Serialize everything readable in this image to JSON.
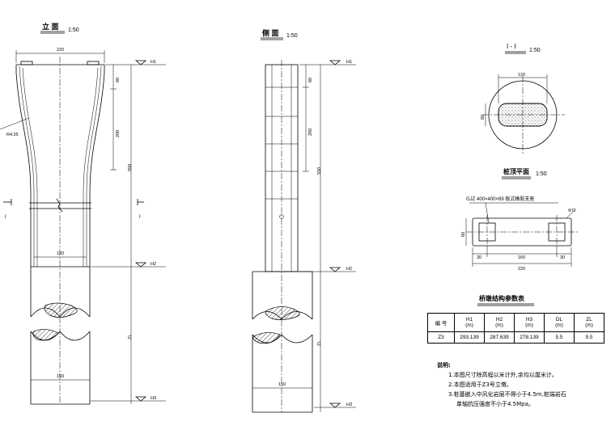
{
  "front_view": {
    "title": "立 面",
    "scale": "1:50",
    "dim_top_width": "220",
    "dim_60": "60",
    "dim_200": "200",
    "dim_550": "550",
    "dim_r": "R4.35",
    "dim_120": "120",
    "dim_150": "150",
    "dim_zl": "ZL",
    "label_h1": "H1",
    "label_h2": "H2",
    "label_h3": "H3",
    "section_mark": "I"
  },
  "side_view": {
    "title": "侧 面",
    "scale": "1:50",
    "dim_60": "60",
    "dim_200": "200",
    "dim_550": "550",
    "dim_zl": "ZL",
    "dim_150": "150",
    "label_h1": "H1",
    "label_h2": "H2",
    "label_h3": "H3"
  },
  "section_view": {
    "title": "I - I",
    "scale": "1:50",
    "dim_120": "120",
    "dim_60": "60"
  },
  "bearing_plan": {
    "title": "桩顶平面",
    "scale": "1:50",
    "bearing_label": "GJZ 400×400×69 板式橡胶支座",
    "dim_60": "60",
    "dim_30a": "30",
    "dim_160": "160",
    "dim_30b": "30",
    "dim_220": "220",
    "dim_side": "Φ70"
  },
  "param_table": {
    "title": "桥墩结构参数表",
    "headers": [
      {
        "name": "编 号",
        "unit": ""
      },
      {
        "name": "H1",
        "unit": "(m)"
      },
      {
        "name": "H2",
        "unit": "(m)"
      },
      {
        "name": "H3",
        "unit": "(m)"
      },
      {
        "name": "DL",
        "unit": "(m)"
      },
      {
        "name": "ZL",
        "unit": "(m)"
      }
    ],
    "row": [
      "Z3",
      "293.139",
      "287.639",
      "278.139",
      "5.5",
      "9.5"
    ]
  },
  "notes": {
    "title": "说明:",
    "items": [
      "1.本图尺寸除高程以米计外,余均以厘米计。",
      "2.本图适用于Z3号立墩。",
      "3.桩基嵌入中风化岩层不得小于4.5m,桩端岩石",
      "单轴抗压强度不小于4.5Mpa。"
    ]
  }
}
